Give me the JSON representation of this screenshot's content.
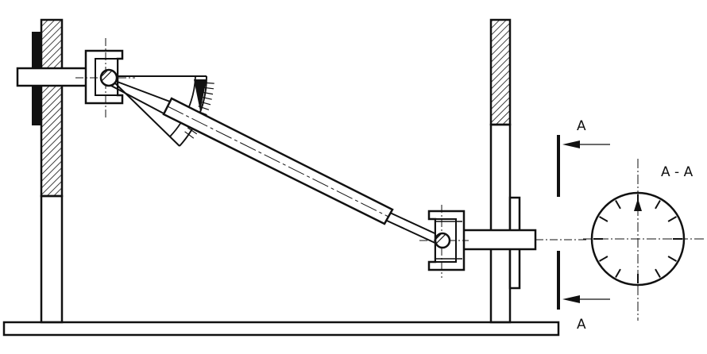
{
  "colors": {
    "ink": "#111111",
    "paper": "#ffffff"
  },
  "labels": {
    "section_top": "A",
    "section_bottom": "A",
    "section_view": "A - A"
  },
  "icons": {
    "ball_joint_upper": "ball-joint",
    "ball_joint_lower": "ball-joint",
    "angle_scale": "protractor-scale",
    "dial": "graduated-dial"
  },
  "dial": {
    "tick_count": 12
  }
}
